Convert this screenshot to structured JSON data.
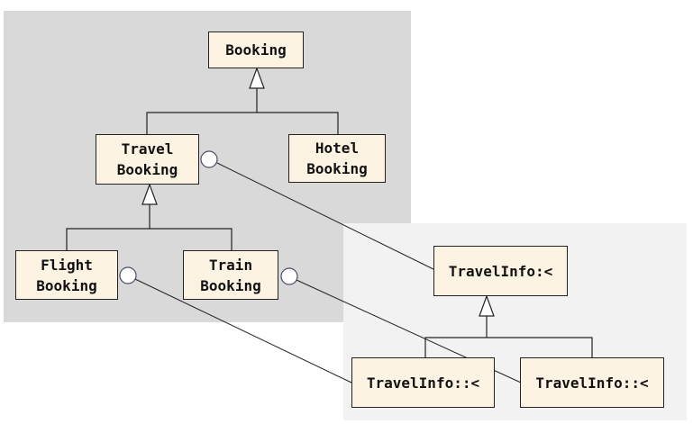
{
  "colors": {
    "panel_left": "#d9d9d9",
    "panel_right": "#f2f2f2",
    "box_fill": "#fdf3e3",
    "line": "#222222",
    "lollipop": "#ffffff"
  },
  "nodes": {
    "booking": "Booking",
    "travel_booking": "Travel\nBooking",
    "hotel_booking": "Hotel\nBooking",
    "flight_booking": "Flight\nBooking",
    "train_booking": "Train\nBooking",
    "travelinfo": "TravelInfo:<",
    "travelinfo_flight": "TravelInfo::<",
    "travelinfo_train": "TravelInfo::<"
  }
}
